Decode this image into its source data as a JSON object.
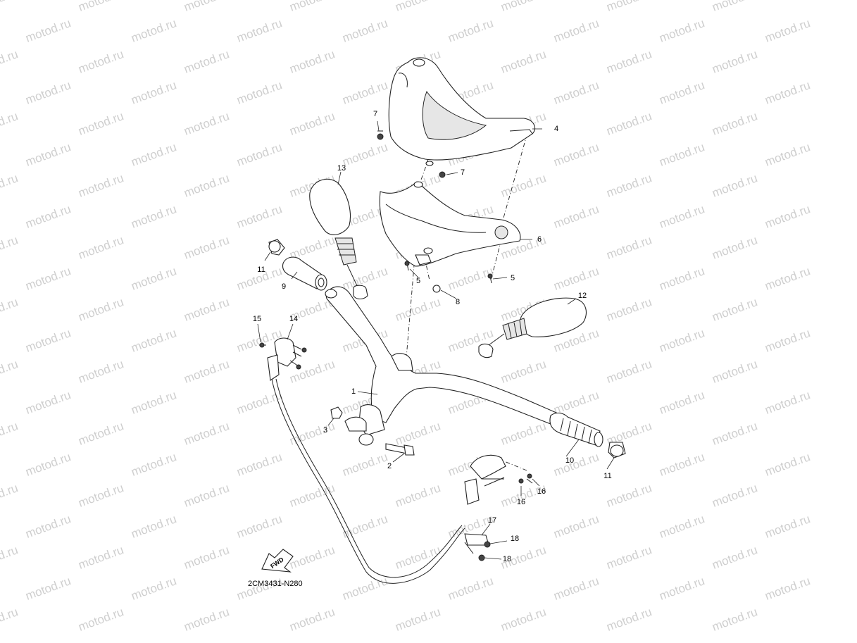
{
  "watermark": {
    "text": "motod.ru"
  },
  "diagram_code": "2CM3431-N280",
  "fwd_label": "FWD",
  "callouts": {
    "c1": "1",
    "c2": "2",
    "c3": "3",
    "c4": "4",
    "c5a": "5",
    "c5b": "5",
    "c6": "6",
    "c7a": "7",
    "c7b": "7",
    "c8": "8",
    "c9": "9",
    "c10": "10",
    "c11a": "11",
    "c11b": "11",
    "c12": "12",
    "c13": "13",
    "c14": "14",
    "c15": "15",
    "c16a": "16",
    "c16b": "16",
    "c17": "17",
    "c18a": "18",
    "c18b": "18"
  }
}
